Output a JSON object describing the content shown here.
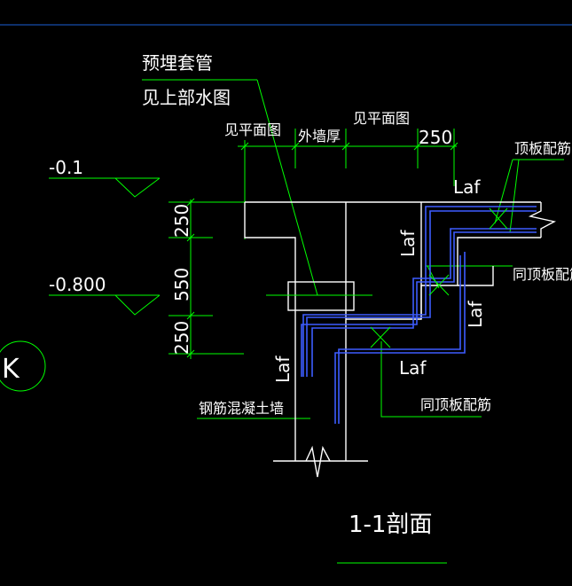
{
  "labels": {
    "embedded_sleeve": "预埋套管",
    "see_water_drawing": "见上部水图",
    "see_plan_left": "见平面图",
    "outer_wall_thickness": "外墙厚",
    "see_plan_right": "见平面图",
    "dim_250_top": "250",
    "top_slab_rebar": "顶板配筋",
    "same_top_slab_rebar_right": "同顶板配筋",
    "same_top_slab_rebar_bottom": "同顶板配筋",
    "rc_wall": "钢筋混凝土墙",
    "laf_top": "Laf",
    "laf_mid": "Laf",
    "laf_right": "Laf",
    "laf_bottom": "Laf",
    "laf_left": "Laf",
    "elev_1": "-0.1",
    "elev_2": "-0.800",
    "dim_v_250_top": "250",
    "dim_v_550": "550",
    "dim_v_250_bottom": "250",
    "axis_k": "K",
    "section_title": "1-1剖面"
  },
  "colors": {
    "background": "#000000",
    "dimension_lines": "#00ff00",
    "structure": "#ffffff",
    "rebar": "#3d5cff",
    "text": "#ffffff"
  }
}
